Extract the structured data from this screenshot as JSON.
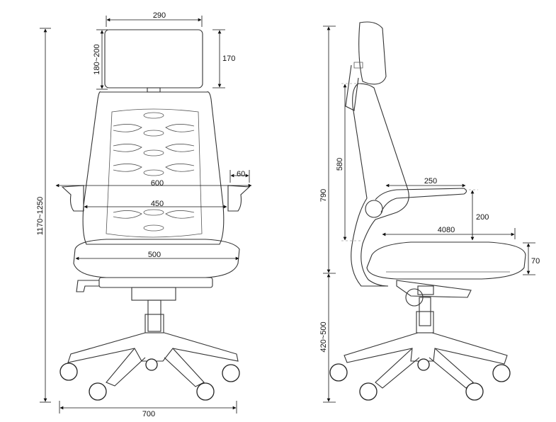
{
  "dimensions": {
    "headrest_width": "290",
    "headrest_height_range": "180~200",
    "headrest_height": "170",
    "total_height_range": "1170~1250",
    "armrest_span_outer": "600",
    "armrest_width": "60",
    "armrest_span_inner": "450",
    "seat_width": "500",
    "base_width": "700",
    "side_height": "790",
    "backrest_height": "580",
    "armrest_length": "250",
    "armrest_height": "200",
    "seat_depth": "4080",
    "seat_thickness": "70",
    "seat_height_range": "420~500"
  }
}
